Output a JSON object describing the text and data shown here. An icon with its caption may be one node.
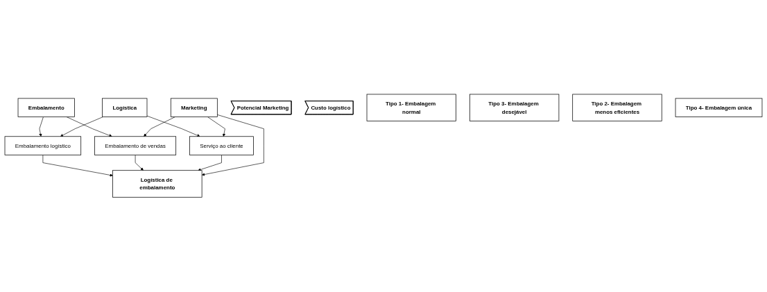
{
  "diagram": {
    "nodes": [
      {
        "text": [
          "Embalamento"
        ]
      },
      {
        "text": [
          "Embalamento logístico"
        ]
      },
      {
        "text": [
          "Logística"
        ]
      },
      {
        "text": [
          "Embalamento de vendas"
        ]
      },
      {
        "text": [
          "Logística de embalamento"
        ]
      },
      {
        "text": [
          "Serviço ao cliente"
        ]
      },
      {
        "text": [
          "Marketing"
        ]
      },
      {
        "text": [
          "Potencial Marketing"
        ]
      },
      {
        "text": [
          "Custo logístico"
        ]
      },
      {
        "text": [
          "Tipo 1- Embalagem normal"
        ]
      },
      {
        "text": [
          "Tipo 3- Embalagem desejável"
        ]
      },
      {
        "text": [
          "Tipo 2- Embalagem menos eficientes"
        ]
      },
      {
        "text": [
          "Tipo 4- Embalagem única"
        ]
      }
    ],
    "edges": [
      {
        "from": 0,
        "to": 1,
        "arrow": "to"
      },
      {
        "from": 2,
        "to": 1,
        "arrow": "to"
      },
      {
        "from": 0,
        "to": 3,
        "arrow": "to"
      },
      {
        "from": 1,
        "to": 4,
        "arrow": "to"
      },
      {
        "from": 2,
        "to": 5,
        "arrow": "to"
      },
      {
        "from": 3,
        "to": 4,
        "arrow": "to"
      },
      {
        "from": 5,
        "to": 4,
        "arrow": "to"
      },
      {
        "from": 6,
        "to": 3,
        "arrow": "to"
      },
      {
        "from": 6,
        "to": 4,
        "arrow": "to"
      },
      {
        "from": 6,
        "to": 5,
        "arrow": "to"
      }
    ]
  }
}
